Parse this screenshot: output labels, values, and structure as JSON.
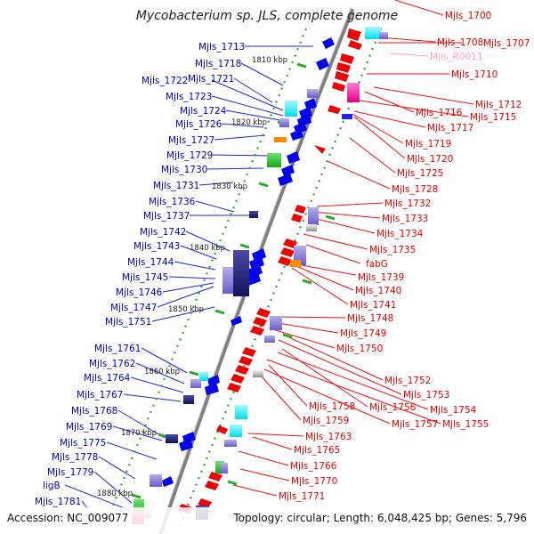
{
  "title": "Mycobacterium sp. JLS, complete genome",
  "footer": {
    "accession": "Accession: NC_009077",
    "stats": "Topology: circular; Length: 6,048,425 bp; Genes: 5,796"
  },
  "kbp_labels": [
    "1810 kbp",
    "1820 kbp",
    "1830 kbp",
    "1840 kbp",
    "1850 kbp",
    "1860 kbp",
    "1870 kbp",
    "1880 kbp"
  ],
  "left_genes": [
    "Mjls_1713",
    "Mjls_1718",
    "Mjls_1721",
    "Mjls_1722",
    "Mjls_1723",
    "Mjls_1724",
    "Mjls_1726",
    "Mjls_1727",
    "Mjls_1729",
    "Mjls_1730",
    "Mjls_1731",
    "Mjls_1736",
    "Mjls_1737",
    "Mjls_1742",
    "Mjls_1743",
    "Mjls_1744",
    "Mjls_1745",
    "Mjls_1746",
    "Mjls_1747",
    "Mjls_1751",
    "Mjls_1761",
    "Mjls_1762",
    "Mjls_1764",
    "Mjls_1767",
    "Mjls_1768",
    "Mjls_1769",
    "Mjls_1775",
    "Mjls_1778",
    "Mjls_1779",
    "ligB",
    "Mjls_1781"
  ],
  "right_genes": [
    "Mjls_1700",
    "Mjls_1708",
    "Mjls_1707",
    "Mjls_R0011",
    "Mjls_1710",
    "Mjls_1712",
    "Mjls_1716",
    "Mjls_1715",
    "Mjls_1717",
    "Mjls_1719",
    "Mjls_1720",
    "Mjls_1725",
    "Mjls_1728",
    "Mjls_1732",
    "Mjls_1733",
    "Mjls_1734",
    "Mjls_1735",
    "fabG",
    "Mjls_1739",
    "Mjls_1740",
    "Mjls_1741",
    "Mjls_1748",
    "Mjls_1749",
    "Mjls_1750",
    "Mjls_1752",
    "Mjls_1753",
    "Mjls_1756",
    "Mjls_1754",
    "Mjls_1758",
    "Mjls_1755",
    "Mjls_1757",
    "Mjls_1759",
    "Mjls_1763",
    "Mjls_1765",
    "Mjls_1766",
    "Mjls_1770",
    "Mjls_1771"
  ],
  "colors": {
    "forward": "#0000ee",
    "reverse": "#ee0000",
    "rna": "#ff9fd0",
    "backbone": "#808080",
    "tick": "#22aa22"
  }
}
